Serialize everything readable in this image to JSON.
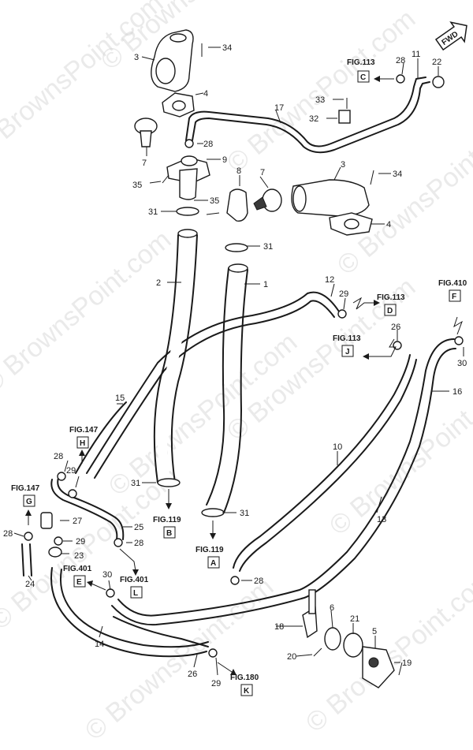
{
  "watermark_text": "© BrownsPoint.com",
  "fwd_label": "FWD",
  "part_numbers": {
    "p1": "1",
    "p2": "2",
    "p3a": "3",
    "p3b": "3",
    "p4a": "4",
    "p4b": "4",
    "p5": "5",
    "p6": "6",
    "p7a": "7",
    "p7b": "7",
    "p8": "8",
    "p9": "9",
    "p10": "10",
    "p11": "11",
    "p12": "12",
    "p13": "13",
    "p14": "14",
    "p15": "15",
    "p16": "16",
    "p17": "17",
    "p18": "18",
    "p19": "19",
    "p20": "20",
    "p21": "21",
    "p22": "22",
    "p23": "23",
    "p24": "24",
    "p25": "25",
    "p26a": "26",
    "p26b": "26",
    "p27": "27",
    "p28a": "28",
    "p28b": "28",
    "p28c": "28",
    "p28d": "28",
    "p28e": "28",
    "p28f": "28",
    "p29a": "29",
    "p29b": "29",
    "p29c": "29",
    "p29d": "29",
    "p30a": "30",
    "p30b": "30",
    "p31a": "31",
    "p31b": "31",
    "p31c": "31",
    "p31d": "31",
    "p32": "32",
    "p33": "33",
    "p34a": "34",
    "p34b": "34",
    "p35a": "35",
    "p35b": "35"
  },
  "fig_refs": {
    "c": {
      "fig": "FIG.113",
      "letter": "C"
    },
    "d": {
      "fig": "FIG.113",
      "letter": "D"
    },
    "f": {
      "fig": "FIG.410",
      "letter": "F"
    },
    "j": {
      "fig": "FIG.113",
      "letter": "J"
    },
    "h": {
      "fig": "FIG.147",
      "letter": "H"
    },
    "g": {
      "fig": "FIG.147",
      "letter": "G"
    },
    "b": {
      "fig": "FIG.119",
      "letter": "B"
    },
    "a": {
      "fig": "FIG.119",
      "letter": "A"
    },
    "e": {
      "fig": "FIG.401",
      "letter": "E"
    },
    "l": {
      "fig": "FIG.401",
      "letter": "L"
    },
    "k": {
      "fig": "FIG.180",
      "letter": "K"
    }
  }
}
